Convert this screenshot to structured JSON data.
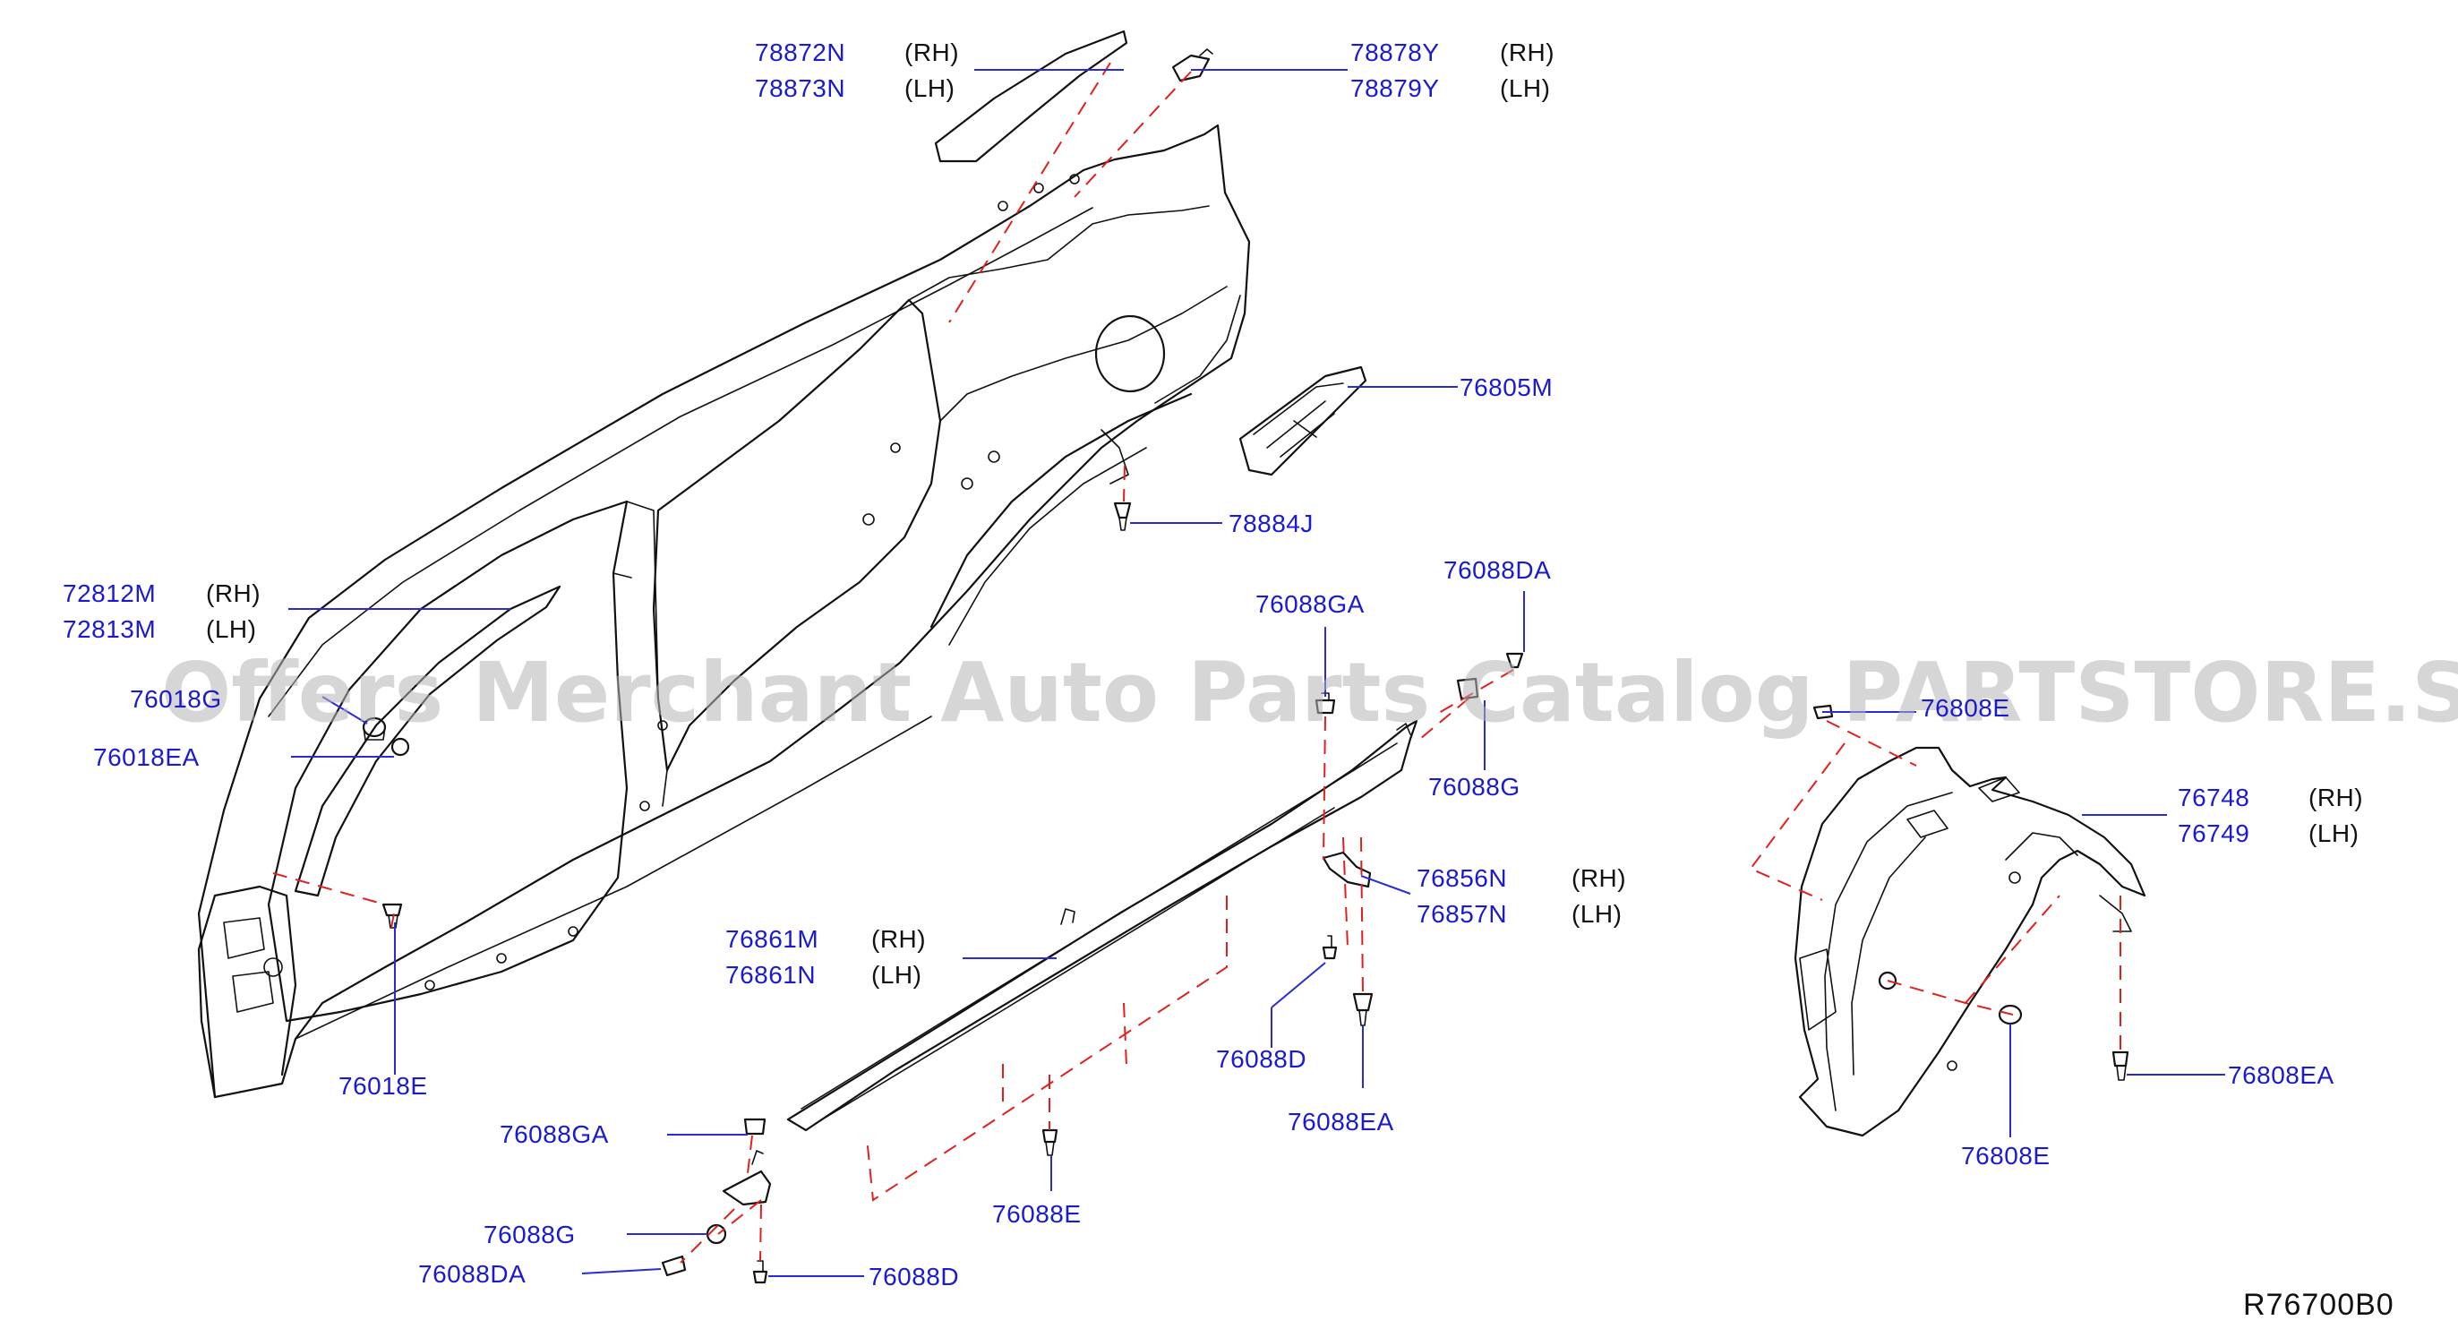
{
  "diagram_code": "R76700B0",
  "watermark": "Offers Merchant Auto Parts Catalog PARTSTORE.SA",
  "callouts": {
    "c78872n": {
      "part": "78872N",
      "side": "(RH)"
    },
    "c78873n": {
      "part": "78873N",
      "side": "(LH)"
    },
    "c78878y": {
      "part": "78878Y",
      "side": "(RH)"
    },
    "c78879y": {
      "part": "78879Y",
      "side": "(LH)"
    },
    "c76805m": {
      "part": "76805M"
    },
    "c78884j": {
      "part": "78884J"
    },
    "c72812m": {
      "part": "72812M",
      "side": "(RH)"
    },
    "c72813m": {
      "part": "72813M",
      "side": "(LH)"
    },
    "c76018g": {
      "part": "76018G"
    },
    "c76018ea": {
      "part": "76018EA"
    },
    "c76018e": {
      "part": "76018E"
    },
    "c76088da_top": {
      "part": "76088DA"
    },
    "c76088ga_top": {
      "part": "76088GA"
    },
    "c76088g_top": {
      "part": "76088G"
    },
    "c76808e_top": {
      "part": "76808E"
    },
    "c76748": {
      "part": "76748",
      "side": "(RH)"
    },
    "c76749": {
      "part": "76749",
      "side": "(LH)"
    },
    "c76856n": {
      "part": "76856N",
      "side": "(RH)"
    },
    "c76857n": {
      "part": "76857N",
      "side": "(LH)"
    },
    "c76861m": {
      "part": "76861M",
      "side": "(RH)"
    },
    "c76861n": {
      "part": "76861N",
      "side": "(LH)"
    },
    "c76088d_mid": {
      "part": "76088D"
    },
    "c76088ea": {
      "part": "76088EA"
    },
    "c76088ga_bot": {
      "part": "76088GA"
    },
    "c76088e": {
      "part": "76088E"
    },
    "c76088g_bot": {
      "part": "76088G"
    },
    "c76088da_bot": {
      "part": "76088DA"
    },
    "c76088d_bot": {
      "part": "76088D"
    },
    "c76808ea": {
      "part": "76808EA"
    },
    "c76808e_bot": {
      "part": "76808E"
    }
  }
}
